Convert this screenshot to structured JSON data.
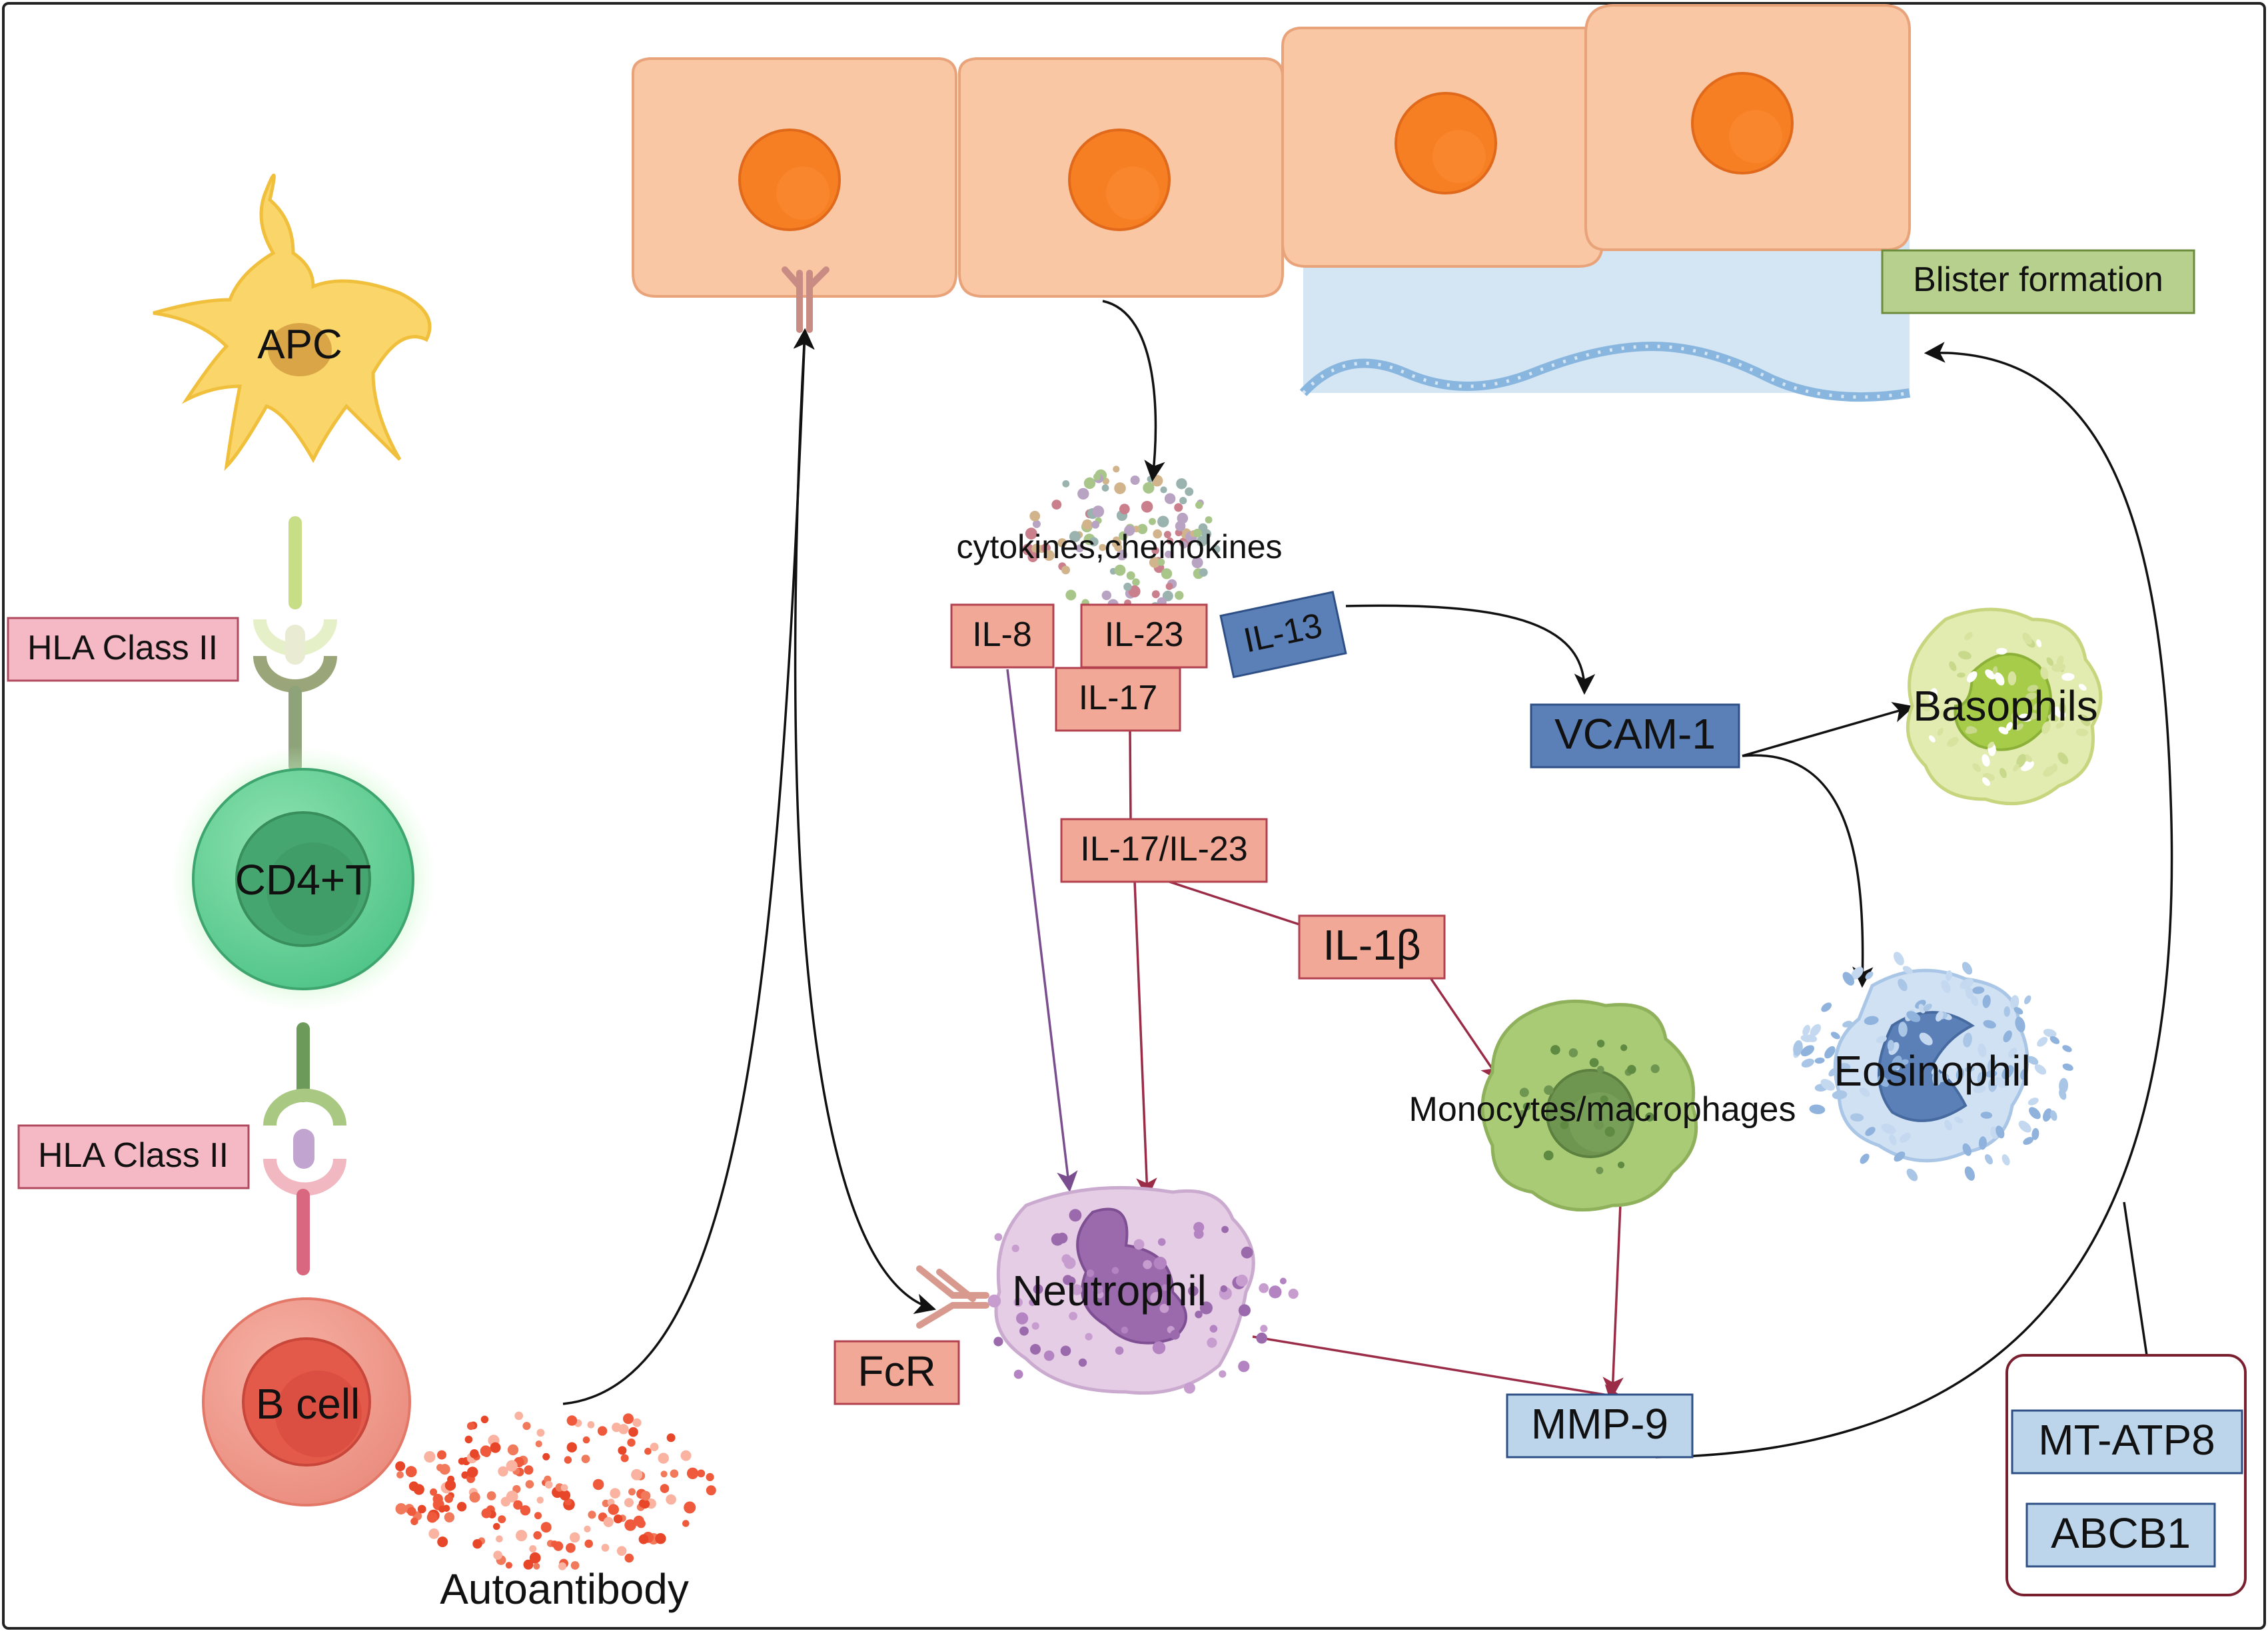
{
  "cells": {
    "apc": "APC",
    "cd4t": "CD4+T",
    "bcell": "B cell",
    "neutrophil": "Neutrophil",
    "monocytes": "Monocytes/macrophages",
    "basophils": "Basophils",
    "eosinophil": "Eosinophil"
  },
  "labels": {
    "hla_top": "HLA Class II",
    "hla_bottom": "HLA Class II",
    "autoantibody": "Autoantibody",
    "cytokines": "cytokines,chemokines",
    "blister": "Blister formation"
  },
  "mediators": {
    "il8": "IL-8",
    "il23": "IL-23",
    "il17": "IL-17",
    "il13": "IL-13",
    "il17_il23": "IL-17/IL-23",
    "il1b": "IL-1β",
    "vcam1": "VCAM-1",
    "mmp9": "MMP-9",
    "fcr": "FcR"
  },
  "genes": {
    "mt_atp8": "MT-ATP8",
    "abcb1": "ABCB1"
  },
  "colors": {
    "pink_box": "#f4b9c4",
    "salmon_box": "#f2a896",
    "blue_box": "#5b80b8",
    "light_blue_box": "#bcd5ea",
    "green_box": "#b7d08e",
    "skin_cell": "#f9c7a4",
    "nucleus": "#f57f22",
    "dermis": "#d4e6f3"
  }
}
